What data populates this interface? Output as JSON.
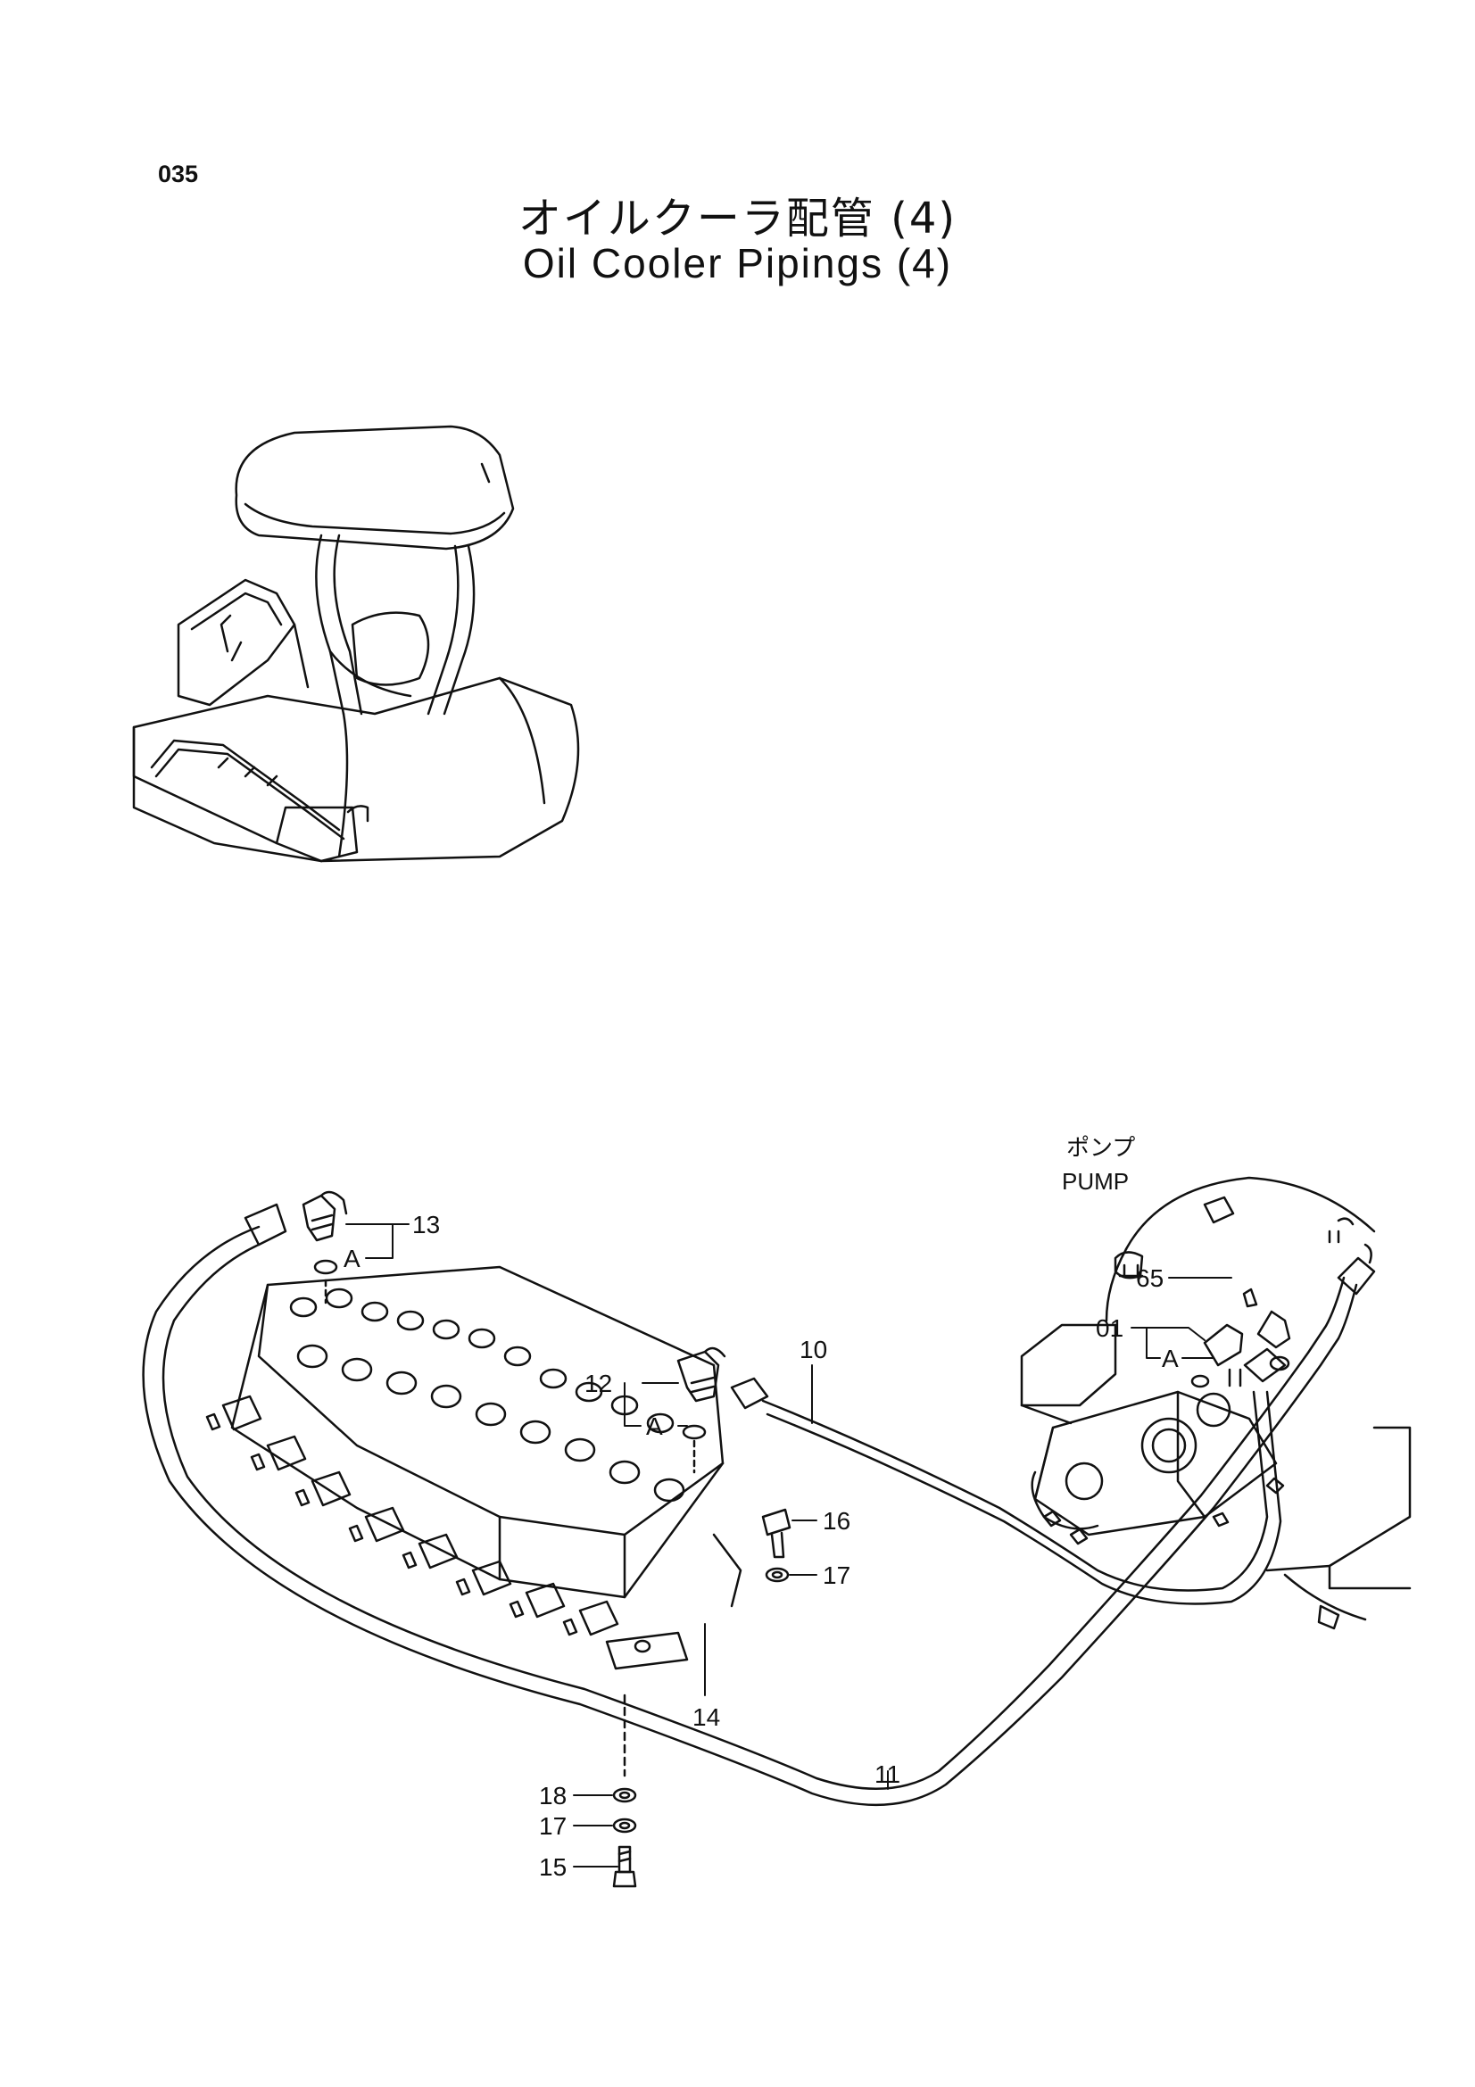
{
  "page_number": "035",
  "title_jp": "オイルクーラ配管 (4)",
  "title_en": "Oil Cooler Pipings (4)",
  "pump_label_jp": "ポンプ",
  "pump_label_en": "PUMP",
  "callouts": {
    "c13": "13",
    "cA1": "A",
    "c12": "12",
    "cA2": "A",
    "c10": "10",
    "c65": "65",
    "c01": "01",
    "cA3": "A",
    "c16": "16",
    "c17a": "17",
    "c14": "14",
    "c11": "11",
    "c18": "18",
    "c17b": "17",
    "c15": "15"
  }
}
